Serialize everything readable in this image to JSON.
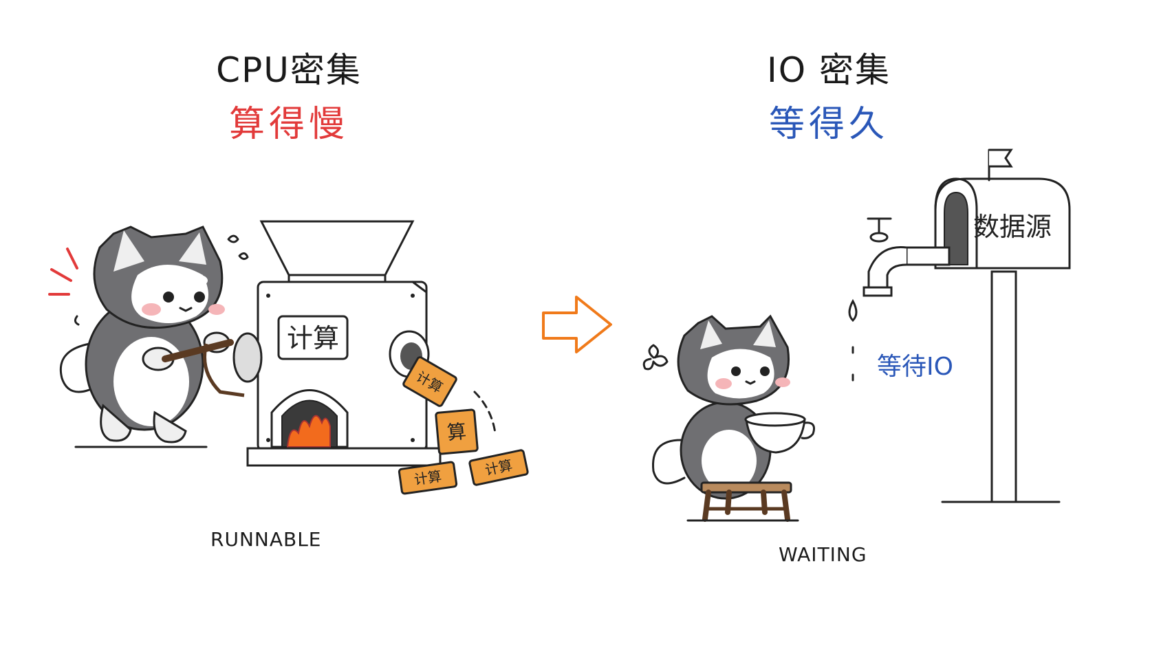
{
  "cpu": {
    "title": "CPU密集",
    "subtitle": "算得慢",
    "machine_label": "计算",
    "block_labels": [
      "计算",
      "算",
      "计算",
      "计算"
    ],
    "state": "RUNNABLE"
  },
  "io": {
    "title": "IO 密集",
    "subtitle": "等得久",
    "source_label": "数据源",
    "wait_label": "等待IO",
    "state": "WAITING"
  },
  "colors": {
    "cpu_accent": "#e23a3a",
    "io_accent": "#2a57b8",
    "arrow": "#f07a1a",
    "fire": "#f26b1d",
    "block": "#f0a040",
    "husky_gray": "#6f6f72"
  }
}
